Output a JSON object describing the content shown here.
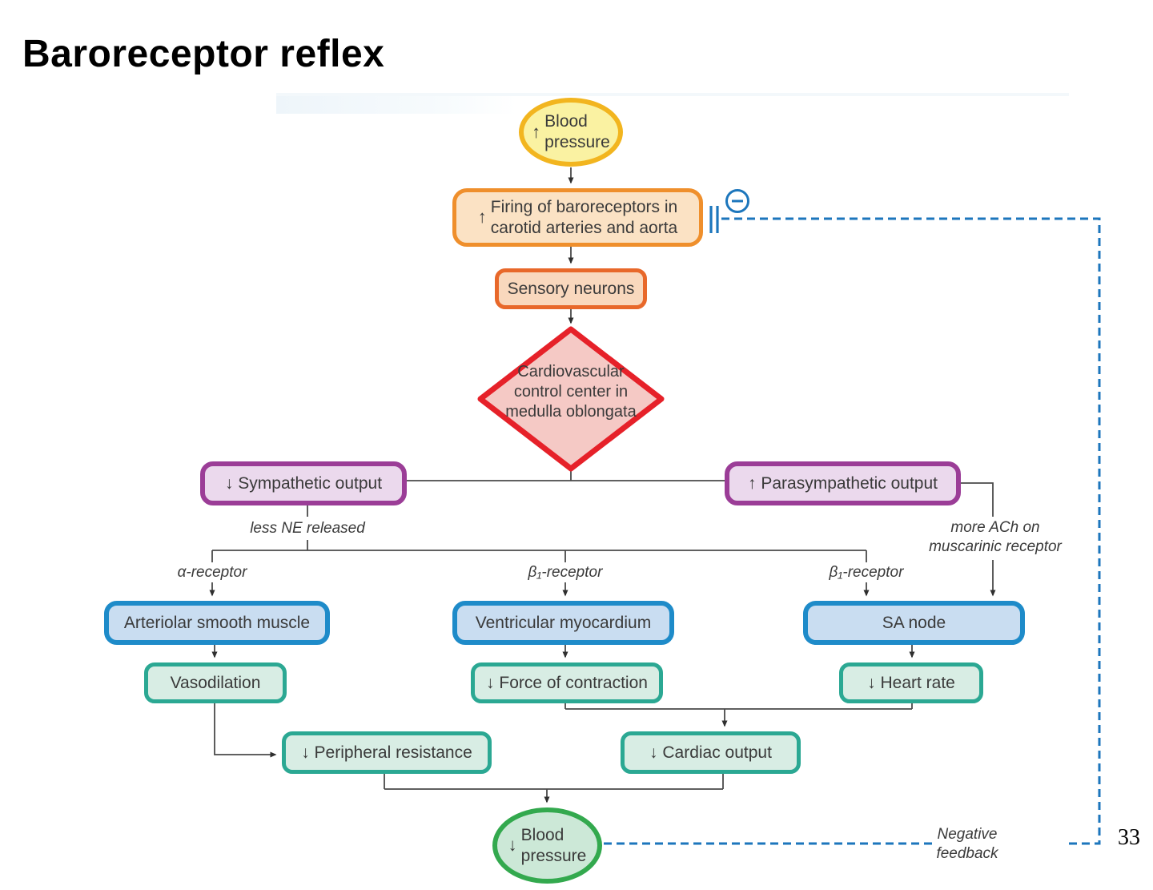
{
  "page": {
    "title": "Baroreceptor reflex",
    "page_number": "33"
  },
  "colors": {
    "yellow_fill": "#faf2a2",
    "yellow_border": "#f2b51f",
    "orange_fill": "#fbe2c4",
    "orange_border": "#ef8f2c",
    "orange2_border": "#e8682a",
    "red_fill": "#f5c9c5",
    "red_border": "#e62129",
    "purple_fill": "#ebd9ed",
    "purple_border": "#9b3d97",
    "blue_fill": "#c9ddf1",
    "blue_border": "#1e8bc9",
    "teal_fill": "#d8ede4",
    "teal_border": "#2ba893",
    "green_fill": "#cce8d7",
    "green_border": "#33a94e",
    "feedback_dash": "#1c76bc",
    "line": "#4a4a4a"
  },
  "nodes": {
    "blood_pressure_up": {
      "arrow": "↑",
      "label": "Blood\npressure"
    },
    "baroreceptor_firing": {
      "arrow": "↑",
      "label": "Firing of baroreceptors in\ncarotid arteries and aorta"
    },
    "sensory_neurons": {
      "label": "Sensory neurons"
    },
    "cv_control_center": {
      "label": "Cardiovascular\ncontrol center in\nmedulla oblongata"
    },
    "sympathetic_output": {
      "label": "↓ Sympathetic output"
    },
    "parasympathetic_output": {
      "label": "↑ Parasympathetic output"
    },
    "arteriolar_smooth_muscle": {
      "label": "Arteriolar smooth muscle"
    },
    "ventricular_myocardium": {
      "label": "Ventricular myocardium"
    },
    "sa_node": {
      "label": "SA node"
    },
    "vasodilation": {
      "label": "Vasodilation"
    },
    "force_of_contraction": {
      "label": "↓ Force of contraction"
    },
    "heart_rate": {
      "label": "↓ Heart rate"
    },
    "peripheral_resistance": {
      "label": "↓ Peripheral resistance"
    },
    "cardiac_output": {
      "label": "↓ Cardiac output"
    },
    "blood_pressure_down": {
      "arrow": "↓",
      "label": "Blood\npressure"
    }
  },
  "edge_labels": {
    "less_ne": "less NE released",
    "more_ach": "more ACh on\nmuscarinic receptor",
    "alpha_receptor": "α-receptor",
    "beta1_receptor_mid": "β₁-receptor",
    "beta1_receptor_right": "β₁-receptor",
    "negative_feedback": "Negative\nfeedback"
  },
  "icons": {
    "negative_feedback_inhibitor": "minus-circle-icon"
  }
}
